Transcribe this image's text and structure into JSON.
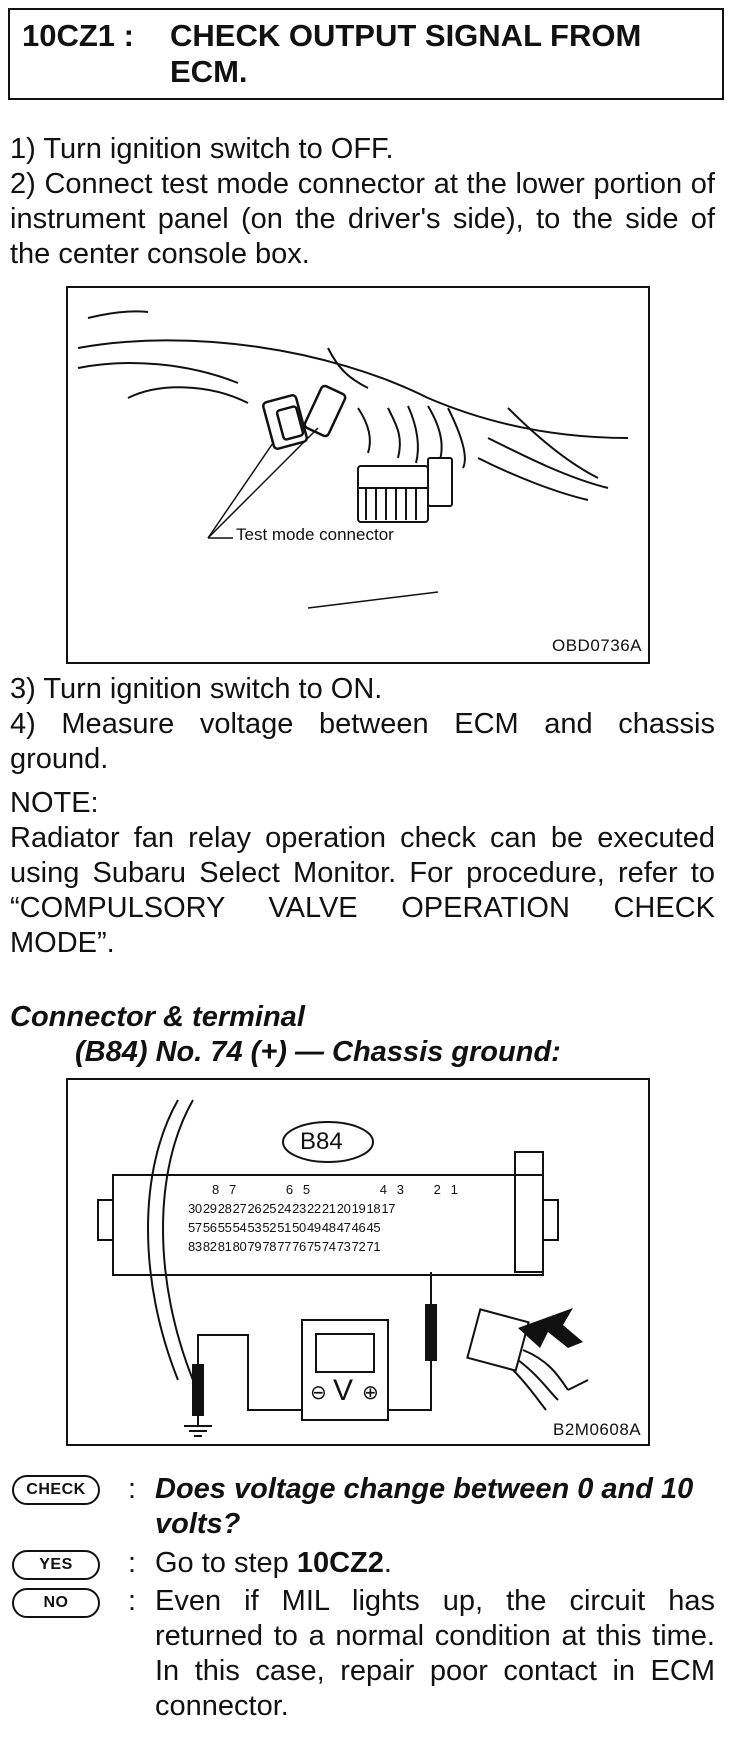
{
  "header": {
    "step": "10CZ1 :",
    "title": "CHECK OUTPUT SIGNAL FROM ECM."
  },
  "steps": {
    "s1": "1) Turn ignition switch to OFF.",
    "s2": "2) Connect test mode connector at the lower portion of instrument panel (on the driver's side), to the side of the center console box.",
    "s3": "3) Turn ignition switch to ON.",
    "s4": "4) Measure voltage between ECM and chassis ground."
  },
  "figure1": {
    "label": "Test mode connector",
    "code": "OBD0736A"
  },
  "note": {
    "heading": "NOTE:",
    "body": "Radiator fan relay operation check can be executed using Subaru Select Monitor. For procedure, refer to “COMPULSORY VALVE OPERATION CHECK MODE”."
  },
  "connector": {
    "heading": "Connector & terminal",
    "spec": "(B84) No. 74 (+) — Chassis ground:"
  },
  "figure2": {
    "connector_id": "B84",
    "code": "B2M0608A",
    "top_pins": [
      "8",
      "7",
      "6",
      "5",
      "4",
      "3",
      "2",
      "1"
    ],
    "row1": [
      "30",
      "29",
      "28",
      "27",
      "26",
      "25",
      "24",
      "23",
      "22",
      "21",
      "20",
      "19",
      "18",
      "17"
    ],
    "row2": [
      "57",
      "56",
      "55",
      "54",
      "53",
      "52",
      "51",
      "50",
      "49",
      "48",
      "47",
      "46",
      "45"
    ],
    "row3": [
      "83",
      "82",
      "81",
      "80",
      "79",
      "78",
      "77",
      "76",
      "75",
      "74",
      "73",
      "72",
      "71"
    ],
    "meter_symbol": "V",
    "minus": "⊖",
    "plus": "⊕"
  },
  "qa": {
    "check_badge": "CHECK",
    "yes_badge": "YES",
    "no_badge": "NO",
    "colon": ":",
    "question": "Does voltage change between 0 and 10 volts?",
    "yes_prefix": "Go to step ",
    "yes_step": "10CZ2",
    "yes_suffix": ".",
    "no_answer": "Even if MIL lights up, the circuit has returned to a normal condition at this time. In this case, repair poor contact in ECM connector."
  }
}
